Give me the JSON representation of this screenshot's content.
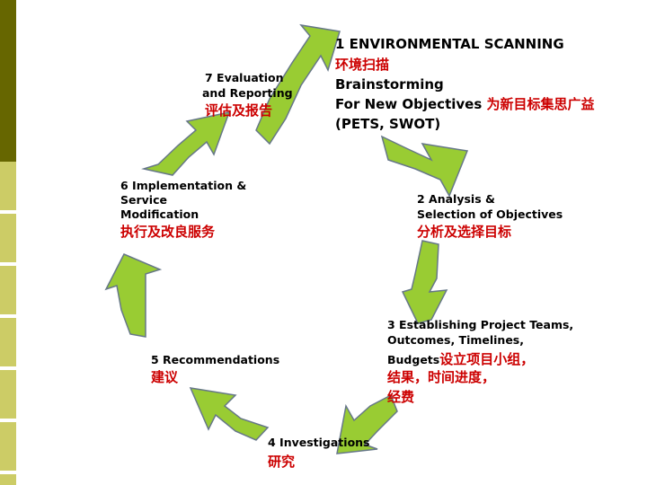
{
  "colors": {
    "sidebar_dark": "#666600",
    "sidebar_light": "#cccc66",
    "arrow_fill": "#99cc33",
    "arrow_stroke": "#667788",
    "chinese_text": "#cc0000"
  },
  "steps": [
    {
      "id": 1,
      "lines": [
        "1 ENVIRONMENTAL SCANNING"
      ],
      "cn": "环境扫描",
      "extra": [
        "Brainstorming"
      ],
      "objectives_en": "For New Objectives ",
      "objectives_cn": "为新目标集思广益",
      "tail": " (PETS, SWOT)"
    },
    {
      "id": 2,
      "en_lines": [
        "2 Analysis &",
        "Selection of Objectives"
      ],
      "cn": "分析及选择目标"
    },
    {
      "id": 3,
      "en_lines": [
        "3 Establishing Project Teams,",
        "Outcomes, Timelines,"
      ],
      "budget_en": "Budgets",
      "cn_lines": [
        "设立项目小组，",
        "结果，时间进度，",
        "经费"
      ]
    },
    {
      "id": 4,
      "en_lines": [
        "4 Investigations"
      ],
      "cn": "研究"
    },
    {
      "id": 5,
      "en_lines": [
        "5 Recommendations"
      ],
      "cn": "建议"
    },
    {
      "id": 6,
      "en_lines": [
        "6 Implementation &",
        "Service",
        "Modification"
      ],
      "cn": "执行及改良服务"
    },
    {
      "id": 7,
      "en_lines": [
        "7 Evaluation",
        "and Reporting"
      ],
      "cn": "评估及报告"
    }
  ]
}
